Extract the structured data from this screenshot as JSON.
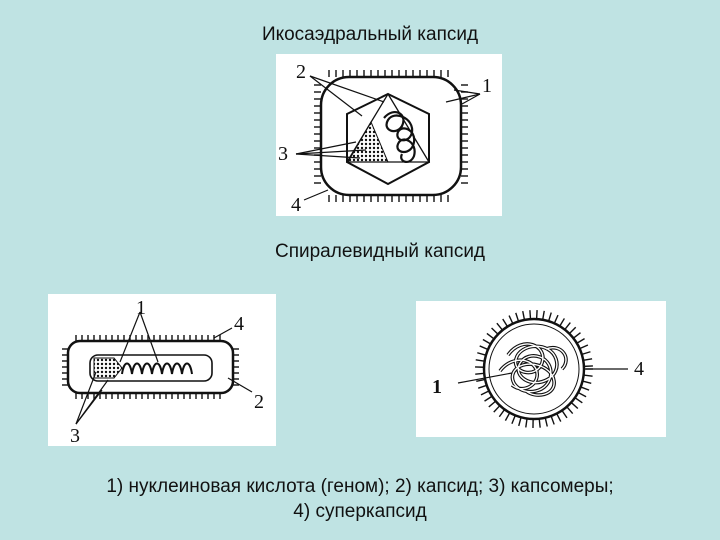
{
  "titles": {
    "icosahedral": "Икосаэдральный капсид",
    "helical": "Спиралевидный капсид"
  },
  "labels": {
    "icosa": [
      "2",
      "1",
      "3",
      "4"
    ],
    "rod": [
      "1",
      "4",
      "2",
      "3"
    ],
    "round": [
      "1",
      "4"
    ]
  },
  "legend": {
    "line1": "1) нуклеиновая кислота (геном); 2) капсид; 3) капсомеры;",
    "line2": "4) суперкапсид"
  },
  "colors": {
    "background": "#bfe3e3",
    "panel": "#ffffff",
    "ink": "#111111"
  }
}
